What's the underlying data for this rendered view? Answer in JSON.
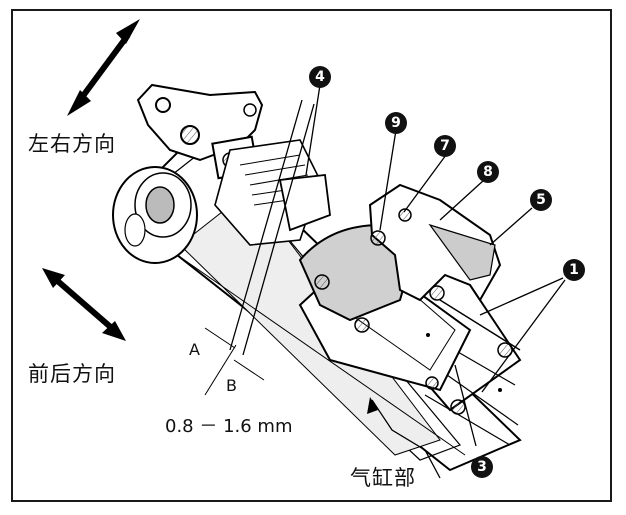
{
  "labels": {
    "left_right": "左右方向",
    "front_back": "前后方向",
    "gap_a": "A",
    "gap_b": "B",
    "measurement": "0.8 － 1.6 mm",
    "cylinder": "气缸部"
  },
  "callouts": [
    "1",
    "3",
    "4",
    "5",
    "7",
    "8",
    "9"
  ],
  "colors": {
    "ink": "#111111",
    "shade": "#d0d0d0",
    "paper": "#ffffff"
  }
}
